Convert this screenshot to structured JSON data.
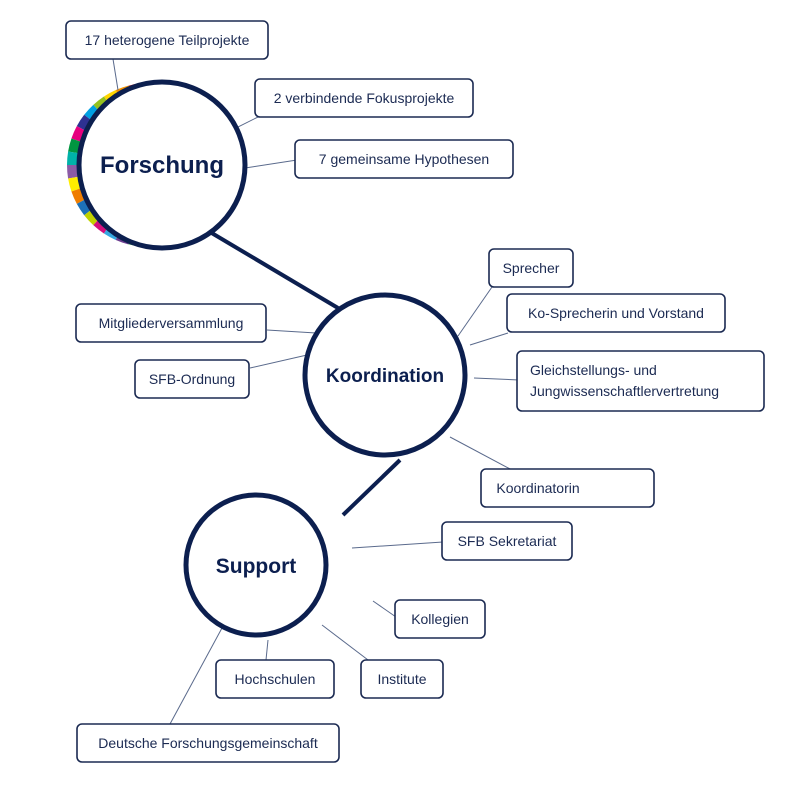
{
  "hubs": {
    "forschung": "Forschung",
    "koordination": "Koordination",
    "support": "Support"
  },
  "boxes": {
    "teilprojekte": "17 heterogene Teilprojekte",
    "fokusprojekte": "2 verbindende Fokusprojekte",
    "hypothesen": "7 gemeinsame Hypothesen",
    "sprecher": "Sprecher",
    "ko_sprecherin": "Ko-Sprecherin und Vorstand",
    "gleichstellung_1": "Gleichstellungs- und",
    "gleichstellung_2": "Jungwissenschaftlervertretung",
    "mitgliederversammlung": "Mitgliederversammlung",
    "sfb_ordnung": "SFB-Ordnung",
    "koordinatorin": "Koordinatorin",
    "sekretariat": "SFB Sekretariat",
    "kollegien": "Kollegien",
    "institute": "Institute",
    "hochschulen": "Hochschulen",
    "dfg": "Deutsche Forschungsgemeinschaft"
  },
  "colors": {
    "navy": "#0c1f4f",
    "box_border": "#1b2a52",
    "rainbow": [
      "#e2231a",
      "#f39200",
      "#ffd500",
      "#95c11f",
      "#00a0e3",
      "#2e3192",
      "#e6007e",
      "#009640",
      "#00b2a9",
      "#8c5ba5",
      "#ffed00",
      "#ef7d00",
      "#1d71b8",
      "#c1d200",
      "#d40f7d",
      "#36a9e1",
      "#6c3e90",
      "#4fb84d"
    ]
  }
}
